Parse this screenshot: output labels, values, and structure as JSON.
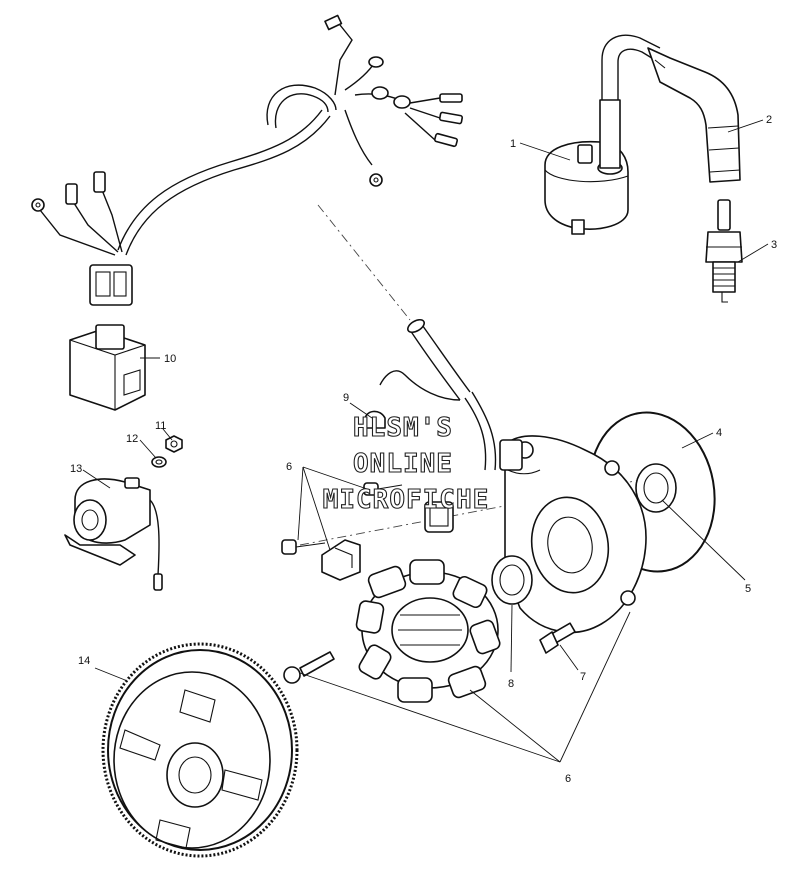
{
  "watermark": {
    "lines": [
      "HLSM'S",
      "ONLINE",
      "MICROFICHE"
    ]
  },
  "callouts": {
    "c1": "1",
    "c2": "2",
    "c3": "3",
    "c4": "4",
    "c5": "5",
    "c6a": "6",
    "c6b": "6",
    "c7": "7",
    "c8": "8",
    "c9": "9",
    "c10": "10",
    "c11": "11",
    "c12": "12",
    "c13": "13",
    "c14": "14"
  }
}
